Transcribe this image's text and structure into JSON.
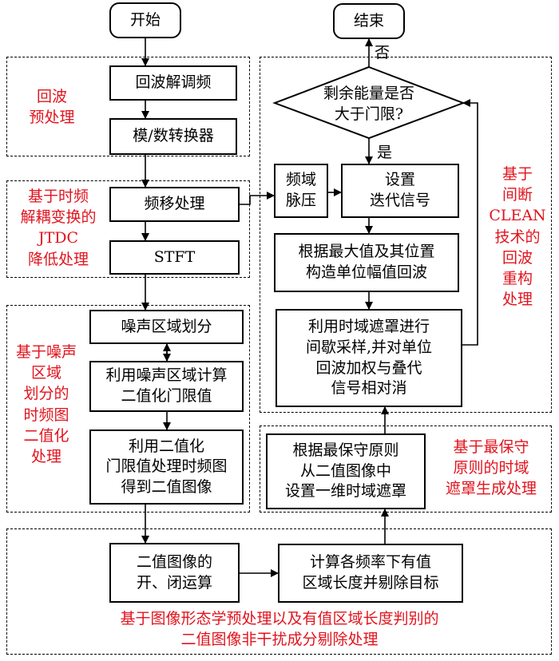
{
  "terminals": {
    "start": "开始",
    "end": "结束"
  },
  "nodes": {
    "echo_demod": "回波解调频",
    "adc": "模/数转换器",
    "freq_shift": "频移处理",
    "stft": "STFT",
    "noise_region": "噪声区域划分",
    "binary_threshold": [
      "利用噪声区域计算",
      "二值化门限值"
    ],
    "binary_image": [
      "利用二值化",
      "门限值处理时频图",
      "得到二值图像"
    ],
    "morph_ops": [
      "二值图像的",
      "开、闭运算"
    ],
    "length_calc": [
      "计算各频率下有值",
      "区域长度并剔除目标"
    ],
    "mask_gen": [
      "根据最保守原则",
      "从二值图像中",
      "设置一维时域遮罩"
    ],
    "pulse_comp": [
      "频域",
      "脉压"
    ],
    "iter_signal": [
      "设置",
      "迭代信号"
    ],
    "unit_echo": [
      "根据最大值及其位置",
      "构造单位幅值回波"
    ],
    "cancel": [
      "利用时域遮罩进行",
      "间歇采样,并对单位",
      "回波加权与叠代",
      "信号相对消"
    ],
    "decision": [
      "剩余能量是否",
      "大于门限?"
    ]
  },
  "branch_labels": {
    "no": "否",
    "yes": "是"
  },
  "group_labels": {
    "preprocess": [
      "回波",
      "预处理"
    ],
    "jtdc": [
      "基于时频",
      "解耦变换的",
      "JTDC",
      "降低处理"
    ],
    "binarize": [
      "基于噪声",
      "区域",
      "划分的",
      "时频图",
      "二值化",
      "处理"
    ],
    "clean": [
      "基于",
      "间断",
      "CLEAN",
      "技术的",
      "回波",
      "重构",
      "处理"
    ],
    "mask": [
      "基于最保守",
      "原则的时域",
      "遮罩生成处理"
    ],
    "morph": [
      "基于图像形态学预处理以及有值区域长度判别的",
      "二值图像非干扰成分剔除处理"
    ]
  },
  "colors": {
    "annotation": "#e1141e",
    "line": "#000000"
  }
}
